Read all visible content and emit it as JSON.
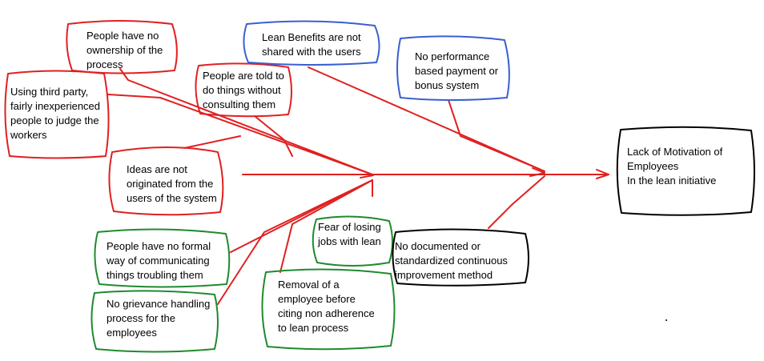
{
  "effect": {
    "lines": [
      "Lack of Motivation of",
      "Employees",
      "In the lean initiative"
    ],
    "color": "#000000"
  },
  "causes": [
    {
      "id": "ownership",
      "lines": [
        "People have no",
        "ownership of the",
        "process"
      ],
      "color": "#e02020"
    },
    {
      "id": "third-party",
      "lines": [
        "Using third party,",
        "fairly inexperienced",
        "people to judge the",
        "workers"
      ],
      "color": "#e02020"
    },
    {
      "id": "not-consulted",
      "lines": [
        "People are told to",
        "do things without",
        "consulting them"
      ],
      "color": "#e02020"
    },
    {
      "id": "ideas",
      "lines": [
        "Ideas are not",
        "originated from the",
        "users of the system"
      ],
      "color": "#e02020"
    },
    {
      "id": "lean-benefits",
      "lines": [
        "Lean Benefits are not",
        "shared with the users"
      ],
      "color": "#3a5fcf"
    },
    {
      "id": "performance-pay",
      "lines": [
        "No performance",
        "based payment or",
        "bonus system"
      ],
      "color": "#3a5fcf"
    },
    {
      "id": "formal-communication",
      "lines": [
        "People have no formal",
        "way of communicating",
        "things troubling them"
      ],
      "color": "#1f8a2e"
    },
    {
      "id": "grievance",
      "lines": [
        "No grievance handling",
        "process for the",
        "employees"
      ],
      "color": "#1f8a2e"
    },
    {
      "id": "fear-jobs",
      "lines": [
        "Fear of losing",
        "jobs with lean"
      ],
      "color": "#1f8a2e"
    },
    {
      "id": "documented-method",
      "lines": [
        "No documented or",
        "standardized continuous",
        "improvement method"
      ],
      "color": "#000000"
    },
    {
      "id": "removal",
      "lines": [
        "Removal of a",
        "employee before",
        "citing non adherence",
        "to lean process"
      ],
      "color": "#1f8a2e"
    }
  ]
}
